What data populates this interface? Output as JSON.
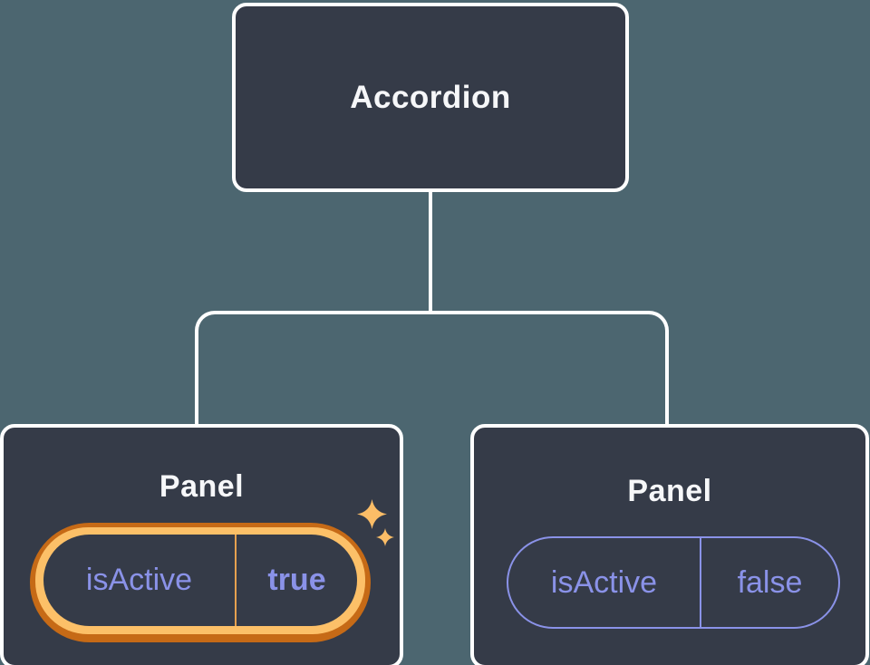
{
  "colors": {
    "bg": "#4c6670",
    "card": "#353b48",
    "line": "#ffffff",
    "title": "#f6f7f9",
    "purple": "#8a92e8",
    "ringDark": "#c66a16",
    "ringLight": "#fcc068",
    "dividerOrange": "#e6a14f",
    "sparkle": "#fbbd67"
  },
  "tree": {
    "root": {
      "label": "Accordion"
    },
    "children": [
      {
        "label": "Panel",
        "prop": {
          "name": "isActive",
          "value": "true"
        },
        "highlighted": true
      },
      {
        "label": "Panel",
        "prop": {
          "name": "isActive",
          "value": "false"
        },
        "highlighted": false
      }
    ]
  }
}
